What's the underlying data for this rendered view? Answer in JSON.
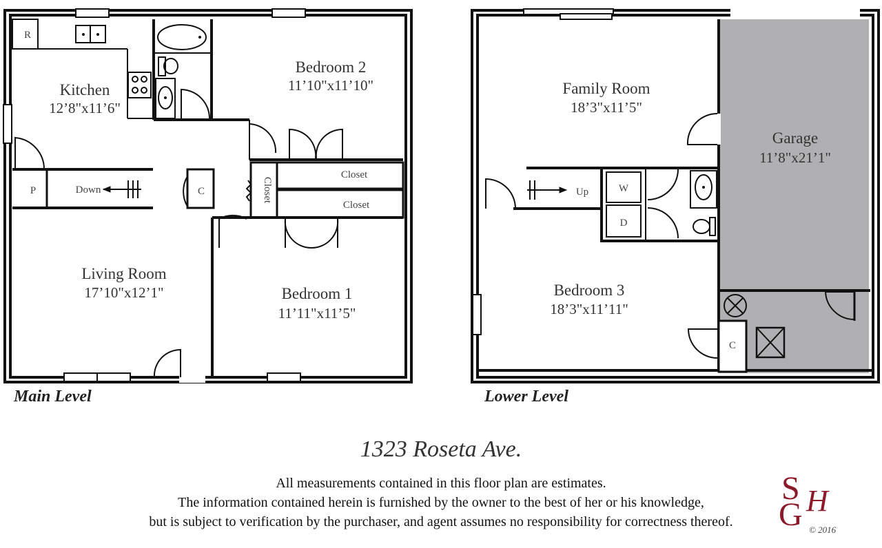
{
  "main_level": {
    "title": "Main Level",
    "rooms": {
      "kitchen": {
        "label": "Kitchen",
        "dim": "12’8\"x11’6\""
      },
      "bedroom2": {
        "label": "Bedroom 2",
        "dim": "11’10\"x11’10\""
      },
      "living": {
        "label": "Living Room",
        "dim": "17’10\"x12’1\""
      },
      "bedroom1": {
        "label": "Bedroom 1",
        "dim": "11’11\"x11’5\""
      }
    },
    "fixtures": {
      "refrigerator": "R",
      "pantry": "P",
      "closet_c": "C",
      "stairs": "Down",
      "closet_vertical": "Closet",
      "closet_top": "Closet",
      "closet_bottom": "Closet"
    }
  },
  "lower_level": {
    "title": "Lower Level",
    "rooms": {
      "family": {
        "label": "Family Room",
        "dim": "18’3\"x11’5\""
      },
      "garage": {
        "label": "Garage",
        "dim": "11’8\"x21’1\""
      },
      "bedroom3": {
        "label": "Bedroom 3",
        "dim": "18’3\"x11’11\""
      }
    },
    "fixtures": {
      "washer": "W",
      "dryer": "D",
      "stairs": "Up",
      "closet_c": "C"
    }
  },
  "address": "1323 Roseta Ave.",
  "disclaimer": [
    "All measurements contained in this floor plan are estimates.",
    "The information contained herein is furnished by the owner to the best of her or his knowledge,",
    "but is subject to verification by the purchaser, and agent assumes no responsibility for correctness thereof."
  ],
  "logo": {
    "s": "S",
    "h": "H",
    "g": "G",
    "copyright": "© 2016"
  },
  "colors": {
    "wall": "#111111",
    "garage_fill": "#b0b0b2",
    "logo": "#8b1a2b"
  }
}
